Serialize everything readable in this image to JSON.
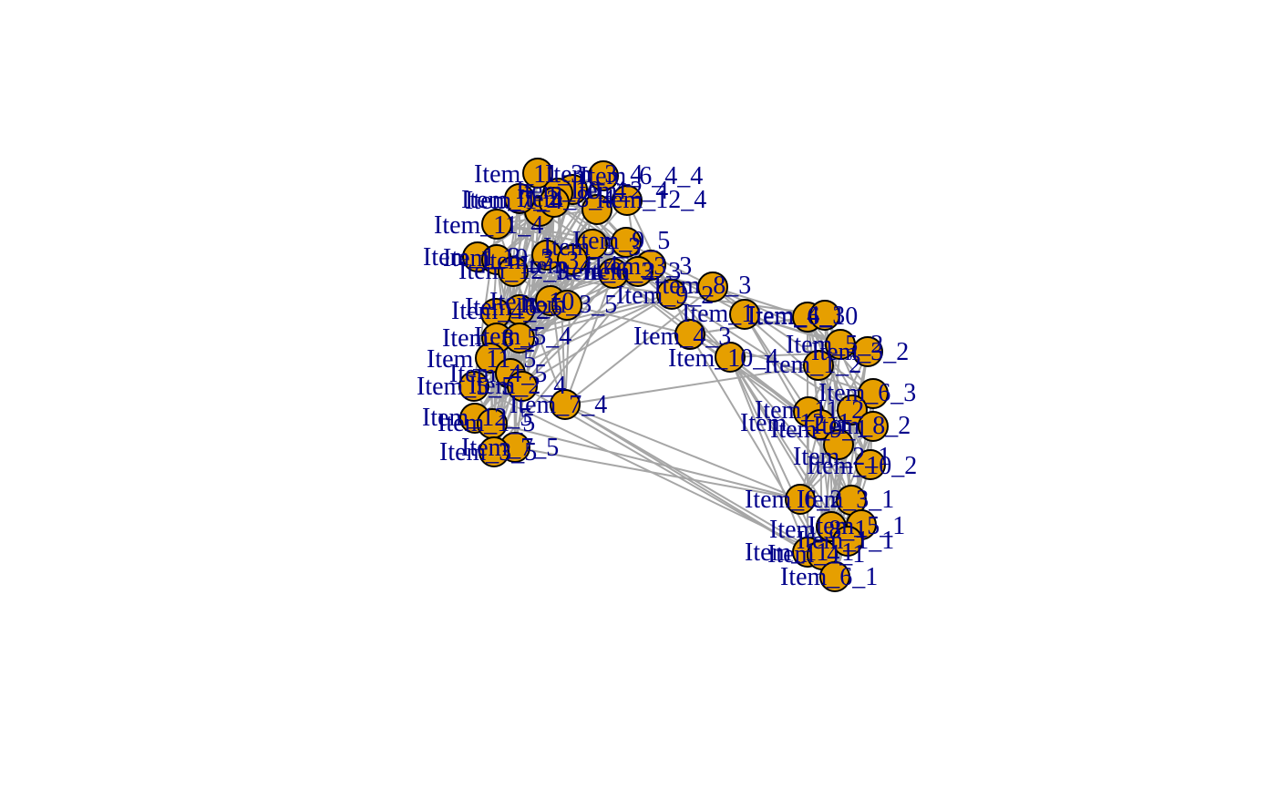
{
  "graph": {
    "node_fill": "#E69F00",
    "node_stroke": "#000000",
    "edge_color": "#a6a6a6",
    "label_color": "#00008B",
    "nodes": [
      {
        "id": "Item_11_3"
      },
      {
        "id": "Item_3_4"
      },
      {
        "id": "Item_6_4"
      },
      {
        "id": "Item_10_4"
      },
      {
        "id": "Item_2_4"
      },
      {
        "id": "Item_12_4"
      },
      {
        "id": "Item_1_4"
      },
      {
        "id": "Item_8_4"
      },
      {
        "id": "Item_7_2"
      },
      {
        "id": "Item_11_4"
      },
      {
        "id": "Item_9_5"
      },
      {
        "id": "Item_5_3"
      },
      {
        "id": "Item_1_3"
      },
      {
        "id": "Item_10_3"
      },
      {
        "id": "Item_7_3"
      },
      {
        "id": "Item_4_4"
      },
      {
        "id": "Item_2_3"
      },
      {
        "id": "Item_3_3"
      },
      {
        "id": "Item_12_3"
      },
      {
        "id": "Item_6_3b"
      },
      {
        "id": "Item_8_3"
      },
      {
        "id": "Item_9_2"
      },
      {
        "id": "Item_10"
      },
      {
        "id": "Item_4_2"
      },
      {
        "id": "Item_3_5"
      },
      {
        "id": "Item_6_5"
      },
      {
        "id": "Item_8_5"
      },
      {
        "id": "Item_5_4"
      },
      {
        "id": "Item_11_5"
      },
      {
        "id": "Item_4_5"
      },
      {
        "id": "Item_5_5"
      },
      {
        "id": "Item_2_5"
      },
      {
        "id": "Item_7_4"
      },
      {
        "id": "Item_12_5"
      },
      {
        "id": "Item_1_5"
      },
      {
        "id": "Item_7_5"
      },
      {
        "id": "Item_3_2"
      },
      {
        "id": "Item_4_3"
      },
      {
        "id": "Item_10_5"
      },
      {
        "id": "Item_12_2"
      },
      {
        "id": "Item_6_10"
      },
      {
        "id": "Item_4_3b"
      },
      {
        "id": "Item_5_2"
      },
      {
        "id": "Item_2_2"
      },
      {
        "id": "Item_1_2"
      },
      {
        "id": "Item_6_3"
      },
      {
        "id": "Item_11_2"
      },
      {
        "id": "Item_8_2"
      },
      {
        "id": "Item_12_1"
      },
      {
        "id": "Item_9_1"
      },
      {
        "id": "Item_2_1"
      },
      {
        "id": "Item_10_2"
      },
      {
        "id": "Item_6_2"
      },
      {
        "id": "Item_3_1"
      },
      {
        "id": "Item_5_1"
      },
      {
        "id": "Item_8_1"
      },
      {
        "id": "Item_1_1"
      },
      {
        "id": "Item_11_1"
      },
      {
        "id": "Item_4_1"
      },
      {
        "id": "Item_6_1"
      }
    ],
    "labels": [
      {
        "text": "Item_11_3"
      },
      {
        "text": "Item_3_4"
      },
      {
        "text": "Item_6_4_4"
      },
      {
        "text": "Item_10_4"
      },
      {
        "text": "Item_2_4"
      },
      {
        "text": "Item_12_4"
      },
      {
        "text": "Item_1_4"
      },
      {
        "text": "Item_8_4"
      },
      {
        "text": "Item_7_2"
      },
      {
        "text": "Item_11_4"
      },
      {
        "text": "Item_9_5"
      },
      {
        "text": "Item_5_3"
      },
      {
        "text": "Item_1_3"
      },
      {
        "text": "Item_10_3"
      },
      {
        "text": "Item_7_3"
      },
      {
        "text": "Item_4_4"
      },
      {
        "text": "Item_2_3"
      },
      {
        "text": "Item_3_3"
      },
      {
        "text": "Item_12_3"
      },
      {
        "text": "Item_6_3"
      },
      {
        "text": "Item_8_3"
      },
      {
        "text": "Item_9_2"
      },
      {
        "text": "Item_10"
      },
      {
        "text": "Item_4_2"
      },
      {
        "text": "Item_3_5"
      },
      {
        "text": "Item_6_5"
      },
      {
        "text": "Item_8_5"
      },
      {
        "text": "Item_5_4"
      },
      {
        "text": "Item_11_5"
      },
      {
        "text": "Item_4_5"
      },
      {
        "text": "Item_5_5"
      },
      {
        "text": "Item_2_4"
      },
      {
        "text": "Item_7_4"
      },
      {
        "text": "Item_12_5"
      },
      {
        "text": "Item_1_5"
      },
      {
        "text": "Item_7_5"
      },
      {
        "text": "Item_3_5"
      },
      {
        "text": "Item_4_3"
      },
      {
        "text": "Item_10_4"
      },
      {
        "text": "Item_1"
      },
      {
        "text": "Item_6_10"
      },
      {
        "text": "Item_4_3"
      },
      {
        "text": "Item_5_2"
      },
      {
        "text": "Item_3_2"
      },
      {
        "text": "Item_1_2"
      },
      {
        "text": "Item_6_3"
      },
      {
        "text": "Item_11_2"
      },
      {
        "text": "Item_8_2"
      },
      {
        "text": "Item_12_1"
      },
      {
        "text": "Item_9_1"
      },
      {
        "text": "Item_2_1"
      },
      {
        "text": "Item_10_2"
      },
      {
        "text": "Item_6_2"
      },
      {
        "text": "Item_3_1"
      },
      {
        "text": "Item_5_1"
      },
      {
        "text": "Item_8_1"
      },
      {
        "text": "Item_1_1"
      },
      {
        "text": "Item_11_1"
      },
      {
        "text": "Item_4_1"
      },
      {
        "text": "Item_6_1"
      }
    ]
  }
}
